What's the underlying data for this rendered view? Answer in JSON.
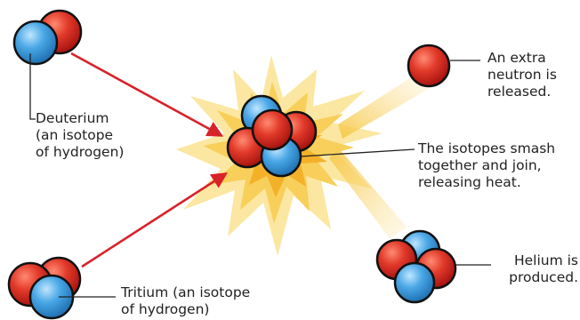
{
  "labels": {
    "deuterium": "Deuterium\n(an isotope\nof hydrogen)",
    "tritium": "Tritium (an isotope\nof hydrogen)",
    "extra_neutron": "An extra\nneutron is\nreleased.",
    "fusion": "The isotopes smash\ntogether and join,\nreleasing heat.",
    "helium": "Helium is\nproduced."
  },
  "colors": {
    "proton": "#d92b23",
    "neutron": "#3b9ad8",
    "arrow": "#d8222a",
    "burst_outer": "#fbe7a1",
    "burst_mid": "#f8cf5a",
    "burst_inner": "#f3b12a",
    "leader_line": "#222222"
  },
  "particle_types": [
    "proton",
    "neutron"
  ]
}
